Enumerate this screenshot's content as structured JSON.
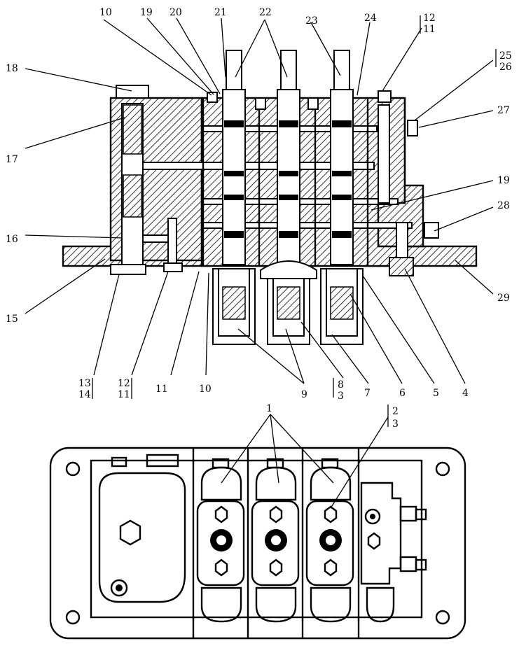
{
  "labels": {
    "l1": "1",
    "l2": "2",
    "l3": "3",
    "l4": "4",
    "l5": "5",
    "l6": "6",
    "l7": "7",
    "l8": "8",
    "l3b": "3",
    "l9": "9",
    "l10a": "10",
    "l10b": "10",
    "l11a": "11",
    "l11b": "11",
    "l11c": "11",
    "l12a": "12",
    "l12b": "12",
    "l13": "13",
    "l14": "14",
    "l15": "15",
    "l16": "16",
    "l17": "17",
    "l18": "18",
    "l19a": "19",
    "l19b": "19",
    "l20": "20",
    "l21": "21",
    "l22": "22",
    "l23": "23",
    "l24": "24",
    "l25": "25",
    "l26": "26",
    "l27": "27",
    "l28": "28",
    "l29": "29"
  }
}
